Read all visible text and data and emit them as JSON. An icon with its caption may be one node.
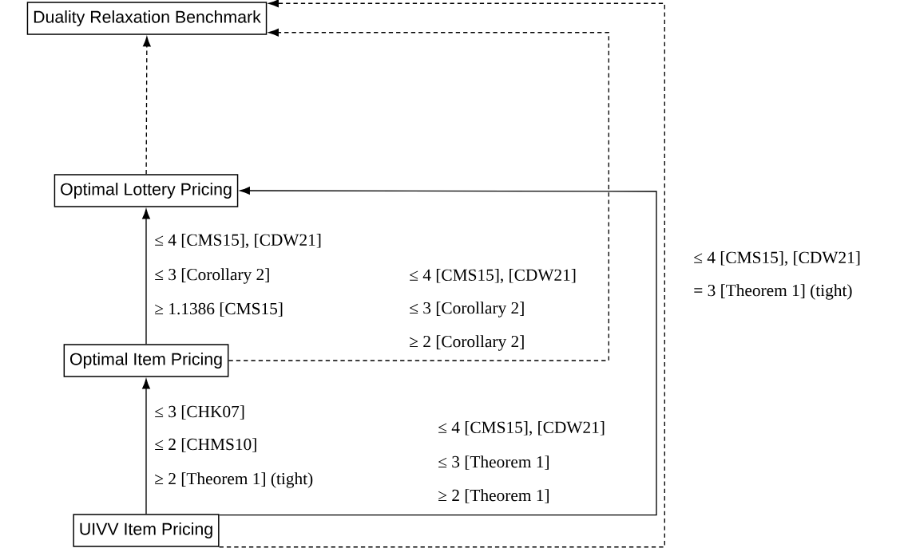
{
  "diagram": {
    "nodes": [
      {
        "text": [
          "Duality Relaxation Benchmark"
        ]
      },
      {
        "text": [
          "Optimal Lottery Pricing"
        ]
      },
      {
        "text": [
          "Optimal Item Pricing"
        ]
      },
      {
        "text": [
          "UIVV Item Pricing"
        ]
      }
    ],
    "edges": [
      {
        "from": 1,
        "to": 0,
        "arrow": "to",
        "style": "dashed"
      },
      {
        "from": 2,
        "to": 1,
        "arrow": "to"
      },
      {
        "from": 3,
        "to": 2,
        "arrow": "to"
      },
      {
        "from": 3,
        "to": 1,
        "arrow": "to"
      },
      {
        "from": 2,
        "to": 0,
        "arrow": "to",
        "style": "dashed"
      },
      {
        "from": 3,
        "to": 0,
        "arrow": "to",
        "style": "dashed"
      }
    ],
    "labels": [
      "≤ 4 [CMS15], [CDW21]",
      "≤ 3 [Corollary 2]",
      "≥ 1.1386 [CMS15]",
      "≤ 4 [CMS15], [CDW21]",
      "≤ 3 [Corollary 2]",
      "≥ 2 [Corollary 2]",
      "≤ 4 [CMS15], [CDW21]",
      "= 3 [Theorem 1] (tight)",
      "≤ 3 [CHK07]",
      "≤ 2 [CHMS10]",
      "≥ 2 [Theorem 1] (tight)",
      "≤ 4 [CMS15], [CDW21]",
      "≤ 3 [Theorem 1]",
      "≥ 2 [Theorem 1]"
    ]
  }
}
